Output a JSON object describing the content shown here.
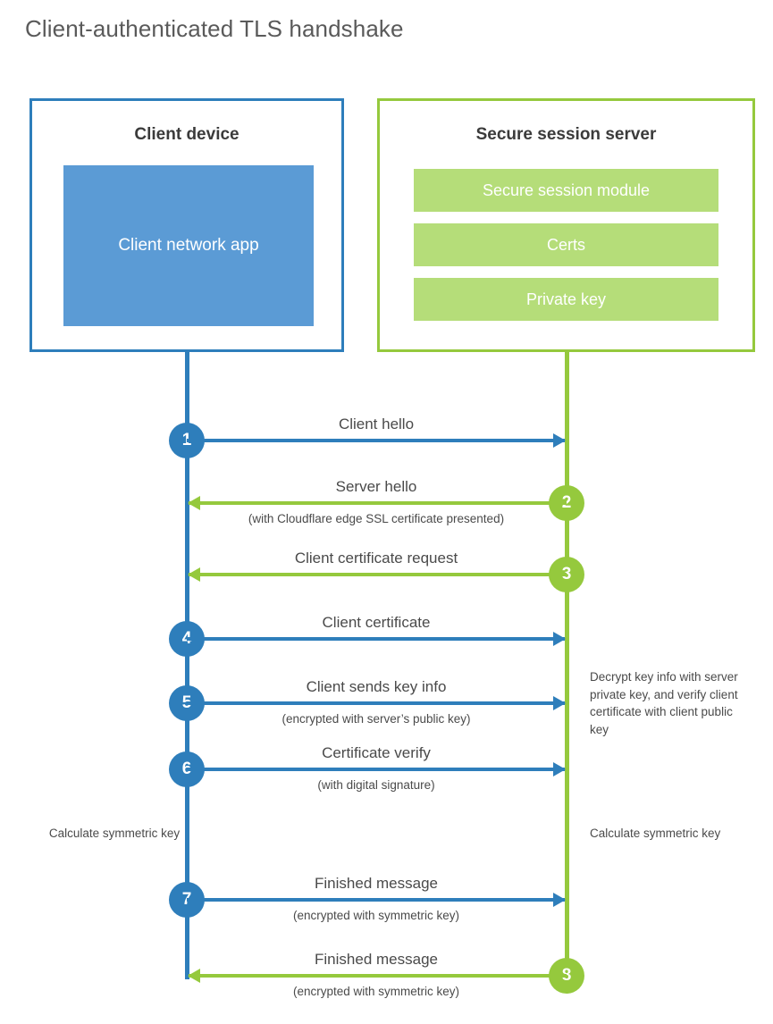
{
  "page_title": "Client-authenticated TLS handshake",
  "colors": {
    "client_blue": "#2E7EBB",
    "client_app_fill": "#5B9BD5",
    "server_green": "#95C93D",
    "server_bar_fill": "#B5DD79",
    "text_gray": "#4a4a4a",
    "title_gray": "#5a5a5a"
  },
  "client": {
    "title": "Client device",
    "app_label": "Client network app"
  },
  "server": {
    "title": "Secure session server",
    "bars": [
      {
        "label": "Secure session module"
      },
      {
        "label": "Certs"
      },
      {
        "label": "Private key"
      }
    ]
  },
  "steps": [
    {
      "number": "1",
      "side": "client",
      "direction": "to-server",
      "label": "Client hello",
      "sublabel": ""
    },
    {
      "number": "2",
      "side": "server",
      "direction": "to-client",
      "label": "Server hello",
      "sublabel": "(with Cloudflare edge SSL certificate presented)"
    },
    {
      "number": "3",
      "side": "server",
      "direction": "to-client",
      "label": "Client certificate request",
      "sublabel": ""
    },
    {
      "number": "4",
      "side": "client",
      "direction": "to-server",
      "label": "Client certificate",
      "sublabel": ""
    },
    {
      "number": "5",
      "side": "client",
      "direction": "to-server",
      "label": "Client sends key info",
      "sublabel": "(encrypted with server’s public key)"
    },
    {
      "number": "6",
      "side": "client",
      "direction": "to-server",
      "label": "Certificate verify",
      "sublabel": "(with digital signature)"
    },
    {
      "number": "7",
      "side": "client",
      "direction": "to-server",
      "label": "Finished message",
      "sublabel": "(encrypted with symmetric key)"
    },
    {
      "number": "8",
      "side": "server",
      "direction": "to-client",
      "label": "Finished message",
      "sublabel": "(encrypted with symmetric key)"
    }
  ],
  "annotations": {
    "decrypt_note": "Decrypt key info with server private key, and verify client certificate with client public key",
    "calculate_client": "Calculate symmetric key",
    "calculate_server": "Calculate symmetric key"
  }
}
